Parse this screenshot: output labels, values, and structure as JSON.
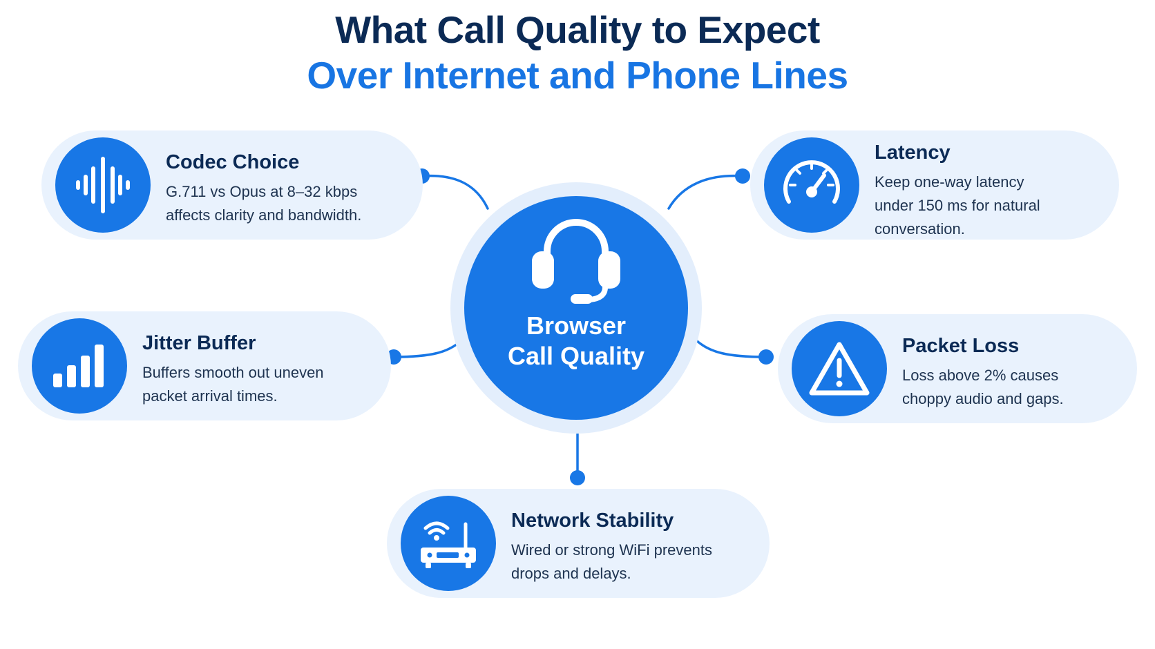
{
  "title": {
    "line1": "What Call Quality to Expect",
    "line2": "Over Internet and Phone Lines"
  },
  "hub": {
    "line1": "Browser",
    "line2": "Call Quality",
    "icon": "headset-icon"
  },
  "factors": {
    "codec": {
      "title": "Codec Choice",
      "line1": "G.711 vs Opus at 8–32 kbps",
      "line2": "affects clarity and bandwidth.",
      "icon": "sound-wave-icon"
    },
    "latency": {
      "title": "Latency",
      "line1": "Keep one-way latency",
      "line2": "under 150 ms for natural",
      "line3": "conversation.",
      "icon": "speedometer-icon"
    },
    "jitter": {
      "title": "Jitter Buffer",
      "line1": "Buffers smooth out uneven",
      "line2": "packet arrival times.",
      "icon": "signal-bars-icon"
    },
    "packet_loss": {
      "title": "Packet Loss",
      "line1": "Loss above 2% causes",
      "line2": "choppy audio and gaps.",
      "icon": "warning-triangle-icon"
    },
    "network": {
      "title": "Network Stability",
      "line1": "Wired or strong WiFi prevents",
      "line2": "drops and delays.",
      "icon": "wifi-router-icon"
    }
  },
  "colors": {
    "primary_blue": "#1877e6",
    "navy": "#0b2a55",
    "card_background": "#e9f2fd"
  }
}
